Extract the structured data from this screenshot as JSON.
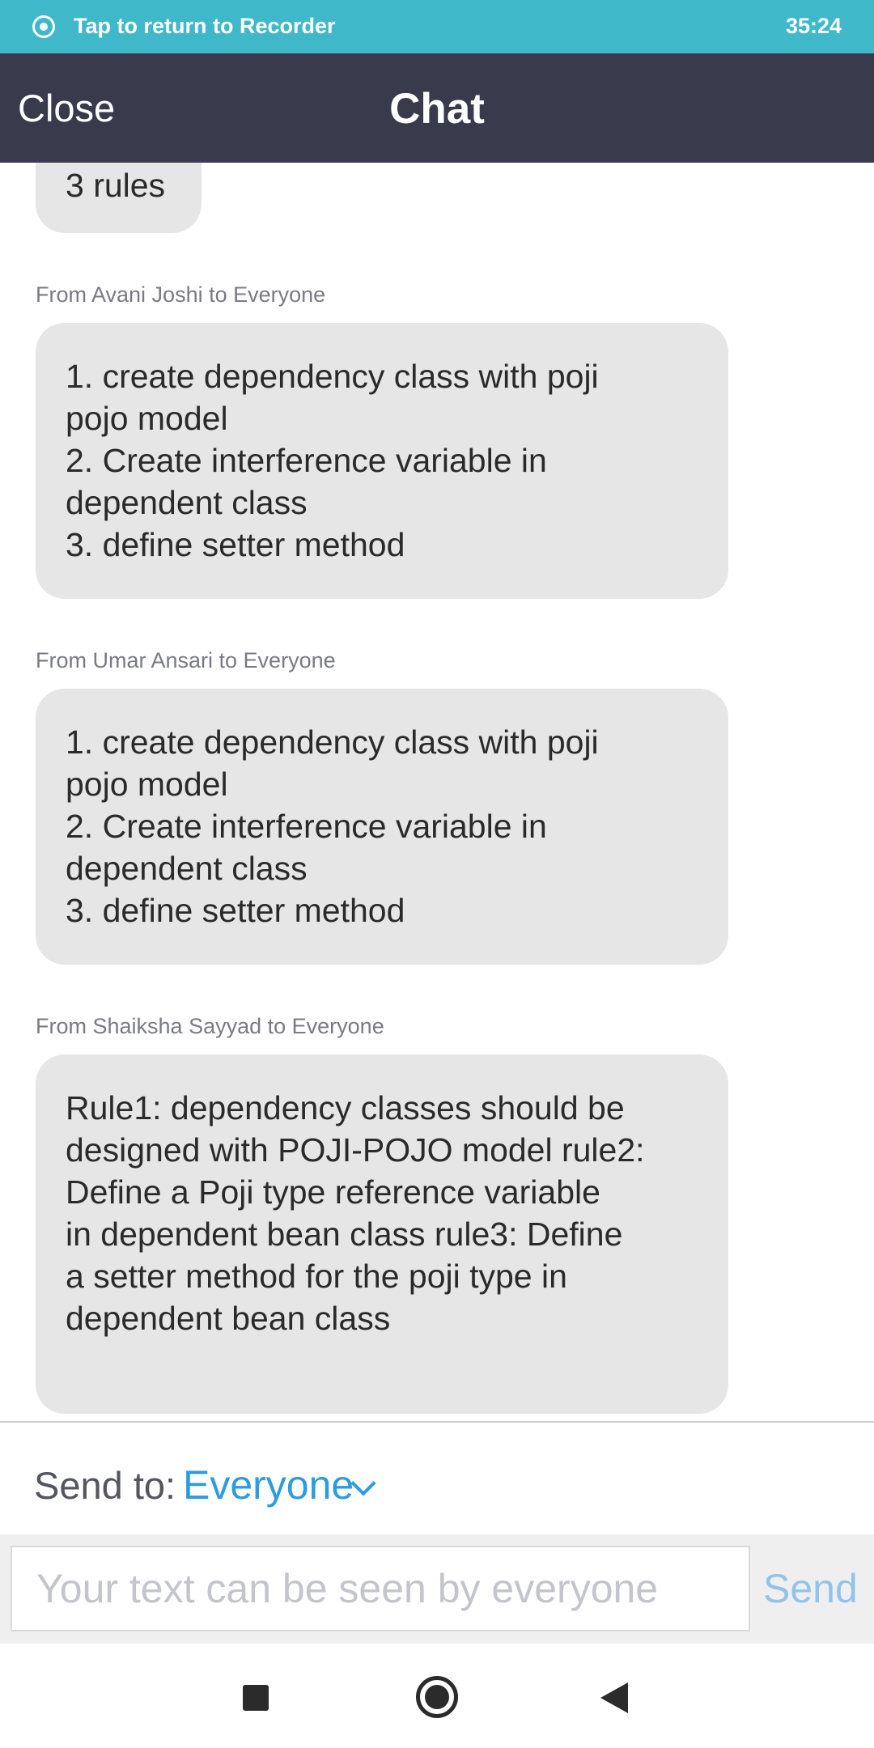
{
  "status_bar": {
    "recorder_text": "Tap to return to Recorder",
    "time": "35:24"
  },
  "header": {
    "close_label": "Close",
    "title": "Chat"
  },
  "messages": [
    {
      "sender": "",
      "text": "3 rules"
    },
    {
      "sender": "From Avani Joshi to Everyone",
      "text": "1. create dependency class with poji\npojo model\n2. Create interference variable in\ndependent class\n3. define setter method"
    },
    {
      "sender": "From Umar Ansari to Everyone",
      "text": "1. create dependency class with poji\npojo model\n2. Create interference variable in\ndependent class\n3. define setter method"
    },
    {
      "sender": "From Shaiksha Sayyad to Everyone",
      "text": "Rule1: dependency classes should be\ndesigned with POJI-POJO model rule2:\nDefine a Poji type reference variable\nin dependent  bean class rule3: Define\na setter method for the poji type in\ndependent bean class"
    }
  ],
  "send_to": {
    "label": "Send to:",
    "value": "Everyone"
  },
  "composer": {
    "placeholder": "Your text can be seen by everyone",
    "send_label": "Send"
  },
  "colors": {
    "banner": "#3fb8c9",
    "header": "#3a3a4d",
    "bubble": "#e6e6e6",
    "accent": "#2d9be0"
  },
  "icons": {
    "recorder": "record-icon",
    "dropdown": "chevron-down-icon",
    "nav": [
      "recents-square-icon",
      "home-circle-icon",
      "back-triangle-icon"
    ]
  }
}
